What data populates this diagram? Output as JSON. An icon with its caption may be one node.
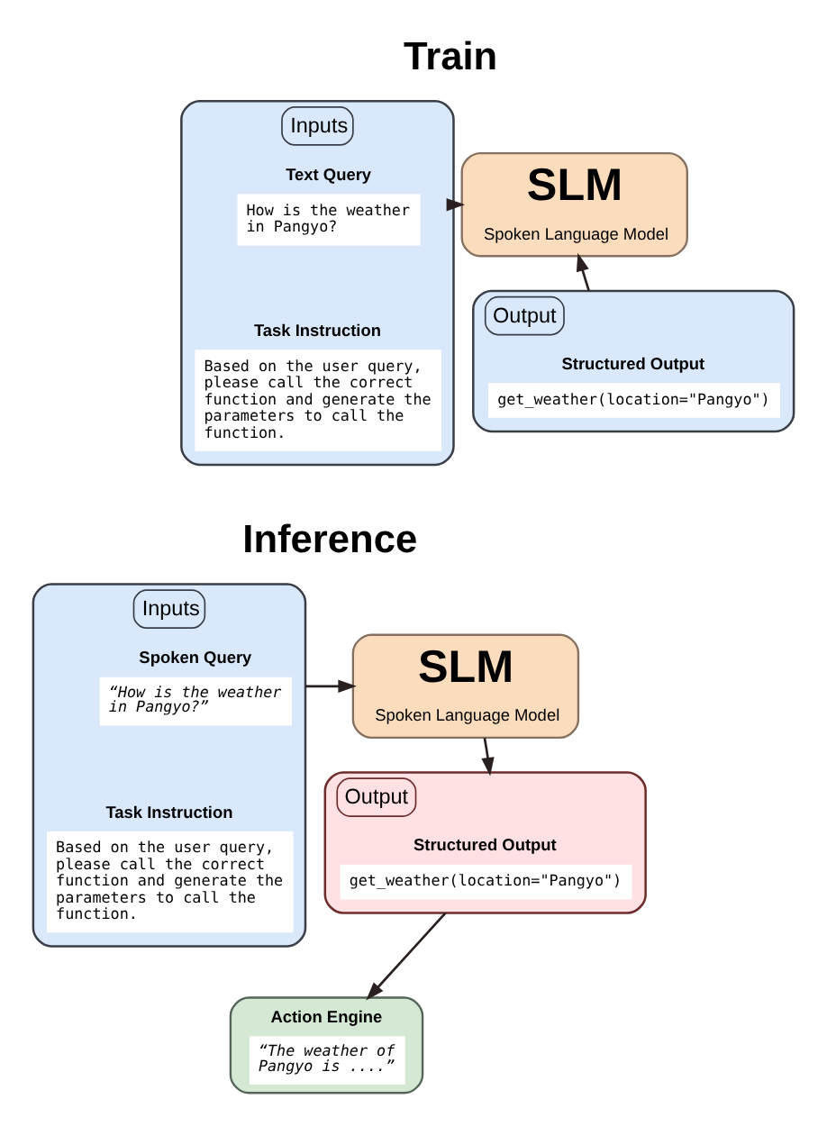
{
  "diagram": {
    "nodes": [
      {
        "text": [
          "Inputs"
        ]
      },
      {
        "text": [
          "Text Query",
          "How is the weather in Pangyo?"
        ],
        "in": 0
      },
      {
        "text": [
          "Task Instruction",
          "Based on the user query, please call the correct function and generate the parameters to call the function."
        ],
        "in": 0
      },
      {
        "text": [
          "SLM",
          "Spoken Language Model"
        ]
      },
      {
        "text": [
          "Output"
        ]
      },
      {
        "text": [
          "Structured Output",
          "get_weather(location=\"Pangyo\")"
        ],
        "in": 4
      },
      {
        "text": [
          "Inputs"
        ]
      },
      {
        "text": [
          "Spoken Query",
          "“How is the weather in Pangyo?”"
        ],
        "in": 6
      },
      {
        "text": [
          "Task Instruction",
          "Based on the user query, please call the correct function and generate the parameters to call the function."
        ],
        "in": 6
      },
      {
        "text": [
          "SLM",
          "Spoken Language Model"
        ]
      },
      {
        "text": [
          "Output"
        ]
      },
      {
        "text": [
          "Structured Output",
          "get_weather(location=\"Pangyo\")"
        ],
        "in": 10
      },
      {
        "text": [
          "Action Engine",
          "“The weather of Pangyo is ....”"
        ]
      }
    ],
    "edges": [
      {
        "from": 0,
        "to": 3,
        "arrow": "to"
      },
      {
        "from": 4,
        "to": 3,
        "arrow": "to"
      },
      {
        "from": 6,
        "to": 9,
        "arrow": "to"
      },
      {
        "from": 9,
        "to": 10,
        "arrow": "to"
      },
      {
        "from": 10,
        "to": 12,
        "arrow": "to"
      }
    ],
    "labels": [
      "Train",
      "Inference"
    ]
  }
}
